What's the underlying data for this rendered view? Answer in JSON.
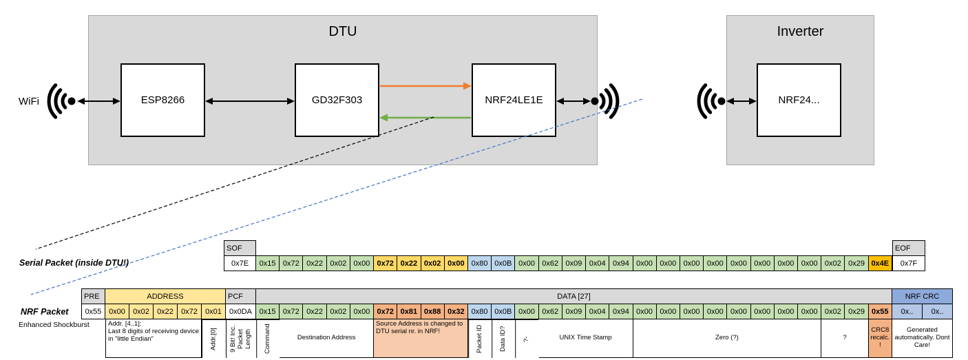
{
  "colors": {
    "green": "#C6E0B4",
    "gold": "#FFD966",
    "amber": "#FFC000",
    "blue": "#BDD7EE",
    "salmon": "#F4B183",
    "salmon_light": "#F8CBAD",
    "yellow": "#FFE699",
    "gray_header": "#D9D9D9",
    "crc_blue": "#B4C7E7",
    "crc_blue_header": "#8EAADB",
    "white": "#FFFFFF",
    "orange_arrow": "#ED7D31",
    "green_arrow": "#70AD47",
    "dashed_blue": "#4472C4"
  },
  "diagram": {
    "wifi_label": "WiFi",
    "dtu": {
      "title": "DTU",
      "esp": "ESP8266",
      "mcu": "GD32F303",
      "nrf": "NRF24LE1E"
    },
    "inverter": {
      "title": "Inverter",
      "nrf": "NRF24..."
    }
  },
  "serial_packet": {
    "label": "Serial Packet (inside DTU!)",
    "sof": {
      "header": "SOF",
      "byte": "0x7E"
    },
    "eof": {
      "header": "EOF",
      "byte": "0x7F"
    },
    "bytes": [
      {
        "v": "0x15",
        "c": "green"
      },
      {
        "v": "0x72",
        "c": "green"
      },
      {
        "v": "0x22",
        "c": "green"
      },
      {
        "v": "0x02",
        "c": "green"
      },
      {
        "v": "0x00",
        "c": "green"
      },
      {
        "v": "0x72",
        "c": "gold",
        "b": true
      },
      {
        "v": "0x22",
        "c": "gold",
        "b": true
      },
      {
        "v": "0x02",
        "c": "gold",
        "b": true
      },
      {
        "v": "0x00",
        "c": "gold",
        "b": true
      },
      {
        "v": "0x80",
        "c": "blue"
      },
      {
        "v": "0x0B",
        "c": "blue"
      },
      {
        "v": "0x00",
        "c": "green"
      },
      {
        "v": "0x62",
        "c": "green"
      },
      {
        "v": "0x09",
        "c": "green"
      },
      {
        "v": "0x04",
        "c": "green"
      },
      {
        "v": "0x94",
        "c": "green"
      },
      {
        "v": "0x00",
        "c": "green"
      },
      {
        "v": "0x00",
        "c": "green"
      },
      {
        "v": "0x00",
        "c": "green"
      },
      {
        "v": "0x00",
        "c": "green"
      },
      {
        "v": "0x00",
        "c": "green"
      },
      {
        "v": "0x00",
        "c": "green"
      },
      {
        "v": "0x00",
        "c": "green"
      },
      {
        "v": "0x00",
        "c": "green"
      },
      {
        "v": "0x02",
        "c": "green"
      },
      {
        "v": "0x29",
        "c": "green"
      },
      {
        "v": "0x4E",
        "c": "amber",
        "b": true
      }
    ]
  },
  "nrf_packet": {
    "label": "NRF Packet",
    "sublabel": "Enhanced Shockburst",
    "pre": {
      "header": "PRE",
      "byte": "0x55"
    },
    "address": {
      "header": "ADDRESS",
      "bytes": [
        {
          "v": "0x00",
          "c": "yellow"
        },
        {
          "v": "0x02",
          "c": "yellow"
        },
        {
          "v": "0x22",
          "c": "yellow"
        },
        {
          "v": "0x72",
          "c": "yellow"
        },
        {
          "v": "0x01",
          "c": "yellow"
        }
      ],
      "annotations": [
        {
          "text": "Addr. [4..1]:\nLast 8 digits of receiving device in \"little Endian\"",
          "span": 4,
          "left": true
        },
        {
          "text": "Addr.[0]",
          "span": 1,
          "vert": true
        }
      ]
    },
    "pcf": {
      "header": "PCF",
      "byte": "0x0DA",
      "annotations": [
        {
          "text": "9 Bit! Inc. Packet Length",
          "span": 1,
          "vert": true
        }
      ]
    },
    "data": {
      "header": "DATA [27]",
      "bytes": [
        {
          "v": "0x15",
          "c": "green"
        },
        {
          "v": "0x72",
          "c": "green"
        },
        {
          "v": "0x22",
          "c": "green"
        },
        {
          "v": "0x02",
          "c": "green"
        },
        {
          "v": "0x00",
          "c": "green"
        },
        {
          "v": "0x72",
          "c": "salmon",
          "b": true
        },
        {
          "v": "0x81",
          "c": "salmon",
          "b": true
        },
        {
          "v": "0x88",
          "c": "salmon",
          "b": true
        },
        {
          "v": "0x32",
          "c": "salmon",
          "b": true
        },
        {
          "v": "0x80",
          "c": "blue"
        },
        {
          "v": "0x0B",
          "c": "blue"
        },
        {
          "v": "0x00",
          "c": "green"
        },
        {
          "v": "0x62",
          "c": "green"
        },
        {
          "v": "0x09",
          "c": "green"
        },
        {
          "v": "0x04",
          "c": "green"
        },
        {
          "v": "0x94",
          "c": "green"
        },
        {
          "v": "0x00",
          "c": "green"
        },
        {
          "v": "0x00",
          "c": "green"
        },
        {
          "v": "0x00",
          "c": "green"
        },
        {
          "v": "0x00",
          "c": "green"
        },
        {
          "v": "0x00",
          "c": "green"
        },
        {
          "v": "0x00",
          "c": "green"
        },
        {
          "v": "0x00",
          "c": "green"
        },
        {
          "v": "0x00",
          "c": "green"
        },
        {
          "v": "0x02",
          "c": "green"
        },
        {
          "v": "0x29",
          "c": "green"
        },
        {
          "v": "0x55",
          "c": "salmon",
          "b": true
        }
      ],
      "annotations": [
        {
          "text": "Command",
          "span": 1,
          "vert": true
        },
        {
          "text": "Destination Address",
          "span": 4
        },
        {
          "text": "Source Address is changed to DTU serial nr. in NRF!",
          "span": 4,
          "c": "salmon_light",
          "left": true
        },
        {
          "text": "Packet ID",
          "span": 1,
          "vert": true
        },
        {
          "text": "Data ID?",
          "span": 1,
          "vert": true
        },
        {
          "text": "?-",
          "span": 1,
          "vert": true
        },
        {
          "text": "UNIX Time Stamp",
          "span": 4
        },
        {
          "text": "Zero (?)",
          "span": 8
        },
        {
          "text": "?",
          "span": 2
        },
        {
          "text": "CRC8 recalc. !",
          "span": 1,
          "c": "salmon"
        }
      ]
    },
    "crc": {
      "header": "NRF CRC",
      "bytes": [
        {
          "v": "0x..",
          "c": "crc_blue"
        },
        {
          "v": "0x..",
          "c": "crc_blue"
        }
      ],
      "annotations": [
        {
          "text": "Generated automatically. Dont Care!",
          "span": 2
        }
      ]
    }
  }
}
